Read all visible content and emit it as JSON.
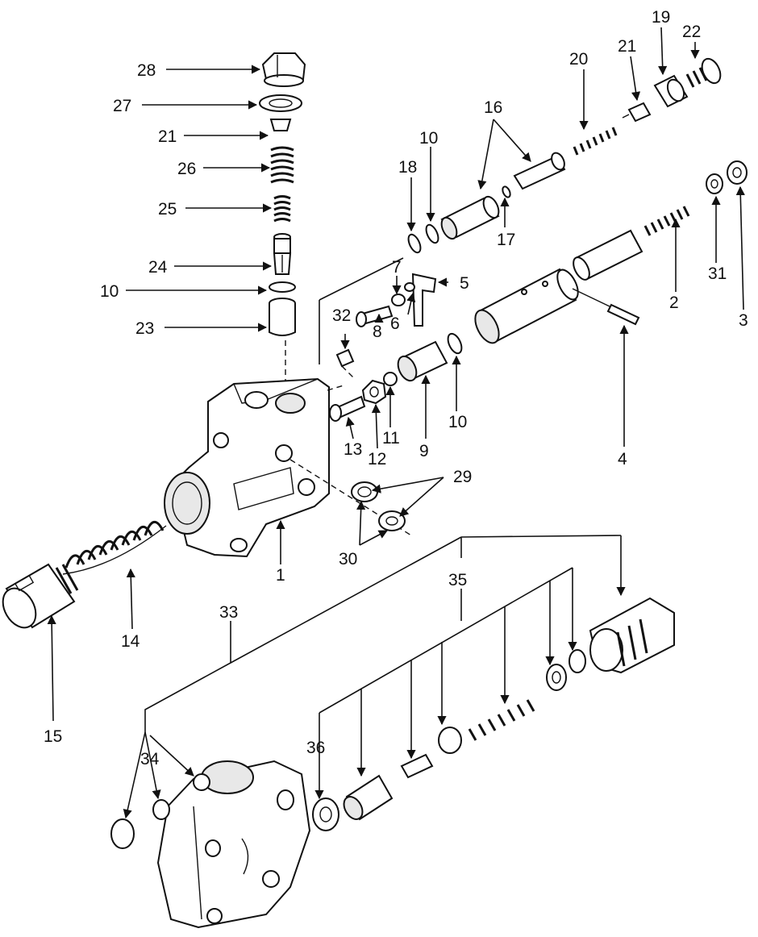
{
  "callouts": [
    {
      "id": "c1",
      "text": "1"
    },
    {
      "id": "c2",
      "text": "2"
    },
    {
      "id": "c3",
      "text": "3"
    },
    {
      "id": "c4",
      "text": "4"
    },
    {
      "id": "c5",
      "text": "5"
    },
    {
      "id": "c6",
      "text": "6"
    },
    {
      "id": "c7",
      "text": "7"
    },
    {
      "id": "c8",
      "text": "8"
    },
    {
      "id": "c9",
      "text": "9"
    },
    {
      "id": "c10a",
      "text": "10"
    },
    {
      "id": "c10b",
      "text": "10"
    },
    {
      "id": "c10c",
      "text": "10"
    },
    {
      "id": "c11",
      "text": "11"
    },
    {
      "id": "c12",
      "text": "12"
    },
    {
      "id": "c13",
      "text": "13"
    },
    {
      "id": "c14",
      "text": "14"
    },
    {
      "id": "c15",
      "text": "15"
    },
    {
      "id": "c16",
      "text": "16"
    },
    {
      "id": "c17",
      "text": "17"
    },
    {
      "id": "c18",
      "text": "18"
    },
    {
      "id": "c19",
      "text": "19"
    },
    {
      "id": "c20",
      "text": "20"
    },
    {
      "id": "c21a",
      "text": "21"
    },
    {
      "id": "c21b",
      "text": "21"
    },
    {
      "id": "c22",
      "text": "22"
    },
    {
      "id": "c23",
      "text": "23"
    },
    {
      "id": "c24",
      "text": "24"
    },
    {
      "id": "c25",
      "text": "25"
    },
    {
      "id": "c26",
      "text": "26"
    },
    {
      "id": "c27",
      "text": "27"
    },
    {
      "id": "c28",
      "text": "28"
    },
    {
      "id": "c29",
      "text": "29"
    },
    {
      "id": "c30",
      "text": "30"
    },
    {
      "id": "c31",
      "text": "31"
    },
    {
      "id": "c32",
      "text": "32"
    },
    {
      "id": "c33",
      "text": "33"
    },
    {
      "id": "c34",
      "text": "34"
    },
    {
      "id": "c35",
      "text": "35"
    },
    {
      "id": "c36",
      "text": "36"
    }
  ]
}
